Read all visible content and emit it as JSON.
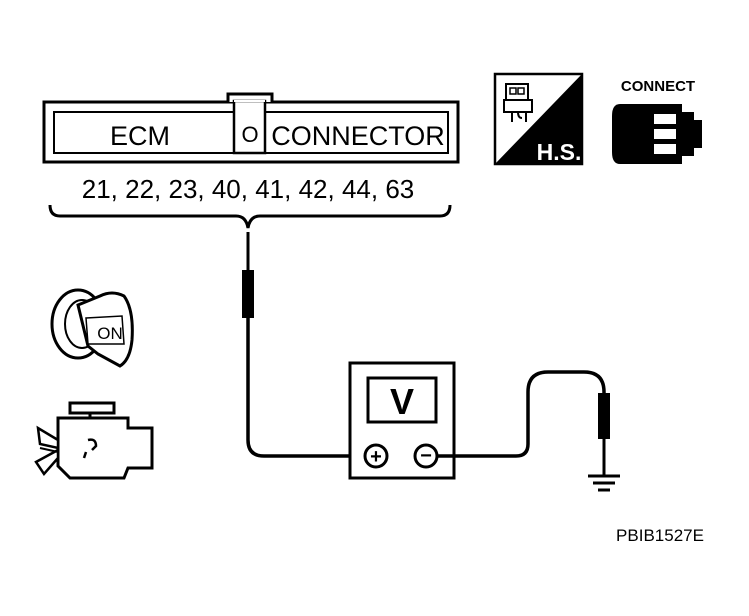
{
  "connector": {
    "left_label": "ECM",
    "mid_label": "O",
    "right_label": "CONNECTOR",
    "pins": "21, 22, 23, 40, 41, 42, 44, 63"
  },
  "hs_badge": {
    "label": "H.S."
  },
  "connect_badge": {
    "label": "CONNECT"
  },
  "ignition": {
    "label": "ON"
  },
  "voltmeter": {
    "label": "V",
    "plus": "+",
    "minus": "−"
  },
  "figure_id": "PBIB1527E",
  "icons": [
    "harness-connector-icon",
    "connect-plug-icon",
    "ignition-key-icon",
    "engine-icon",
    "ground-symbol-icon"
  ],
  "colors": {
    "ink": "#000000",
    "paper": "#ffffff"
  }
}
